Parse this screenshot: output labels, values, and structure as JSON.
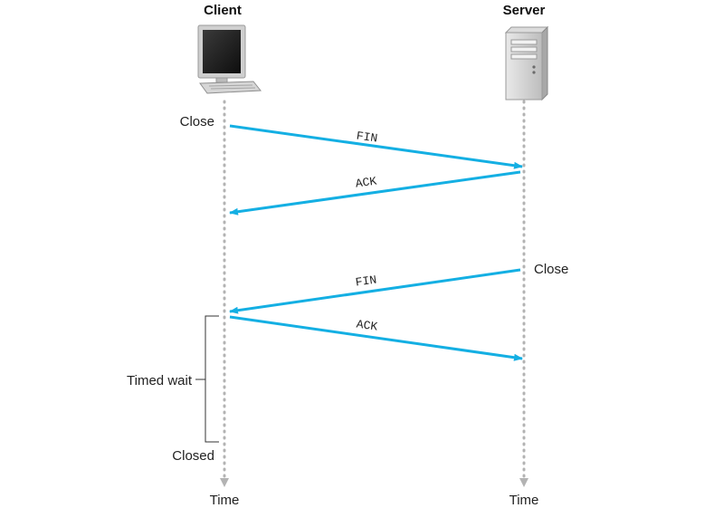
{
  "client": {
    "title": "Client",
    "icon": "desktop-computer-icon",
    "events": {
      "close": "Close",
      "timed_wait": "Timed wait",
      "closed": "Closed"
    },
    "time_label": "Time"
  },
  "server": {
    "title": "Server",
    "icon": "server-tower-icon",
    "events": {
      "close": "Close"
    },
    "time_label": "Time"
  },
  "messages": [
    {
      "label": "FIN",
      "from": "client",
      "to": "server"
    },
    {
      "label": "ACK",
      "from": "server",
      "to": "client"
    },
    {
      "label": "FIN",
      "from": "server",
      "to": "client"
    },
    {
      "label": "ACK",
      "from": "client",
      "to": "server"
    }
  ],
  "colors": {
    "arrow": "#14afe3",
    "timeline": "#b3b3b3",
    "text": "#222222"
  }
}
